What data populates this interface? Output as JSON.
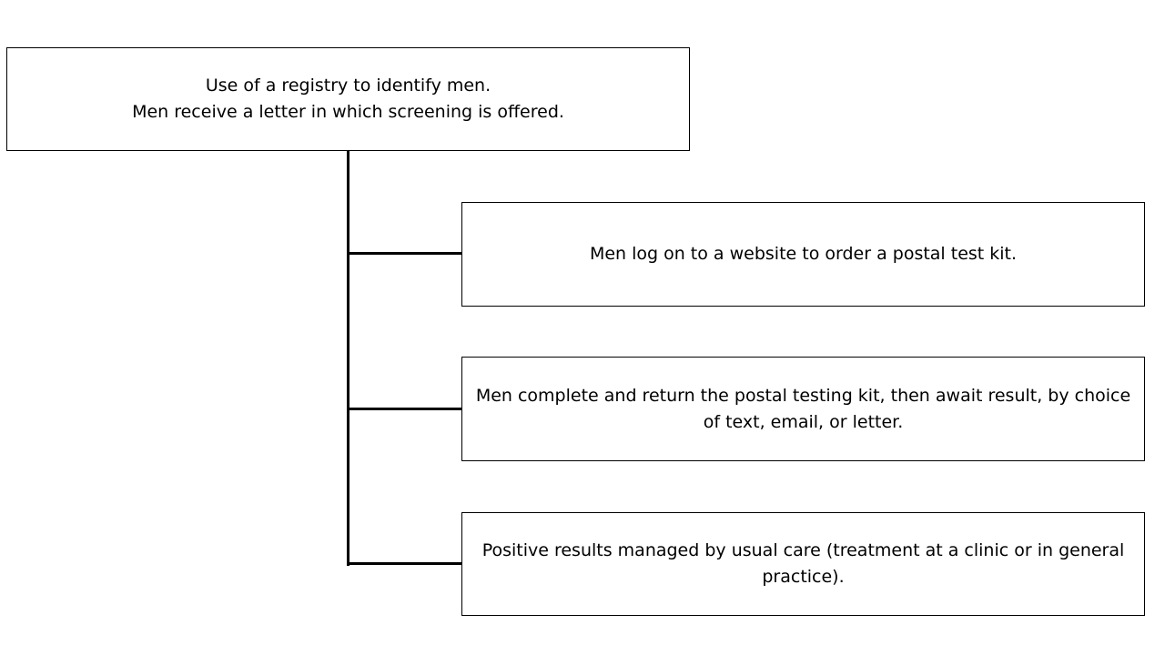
{
  "diagram": {
    "root": {
      "lines": [
        "Use of a registry to identify men.",
        "Men receive a letter in which screening is offered."
      ]
    },
    "steps": [
      {
        "lines": [
          "Men log on to a website to order a postal test kit."
        ]
      },
      {
        "lines": [
          "Men complete and return the postal testing kit, then await result, by choice",
          "of text, email, or letter."
        ]
      },
      {
        "lines": [
          "Positive results managed by usual care (treatment at a clinic or in general",
          "practice)."
        ]
      }
    ]
  }
}
